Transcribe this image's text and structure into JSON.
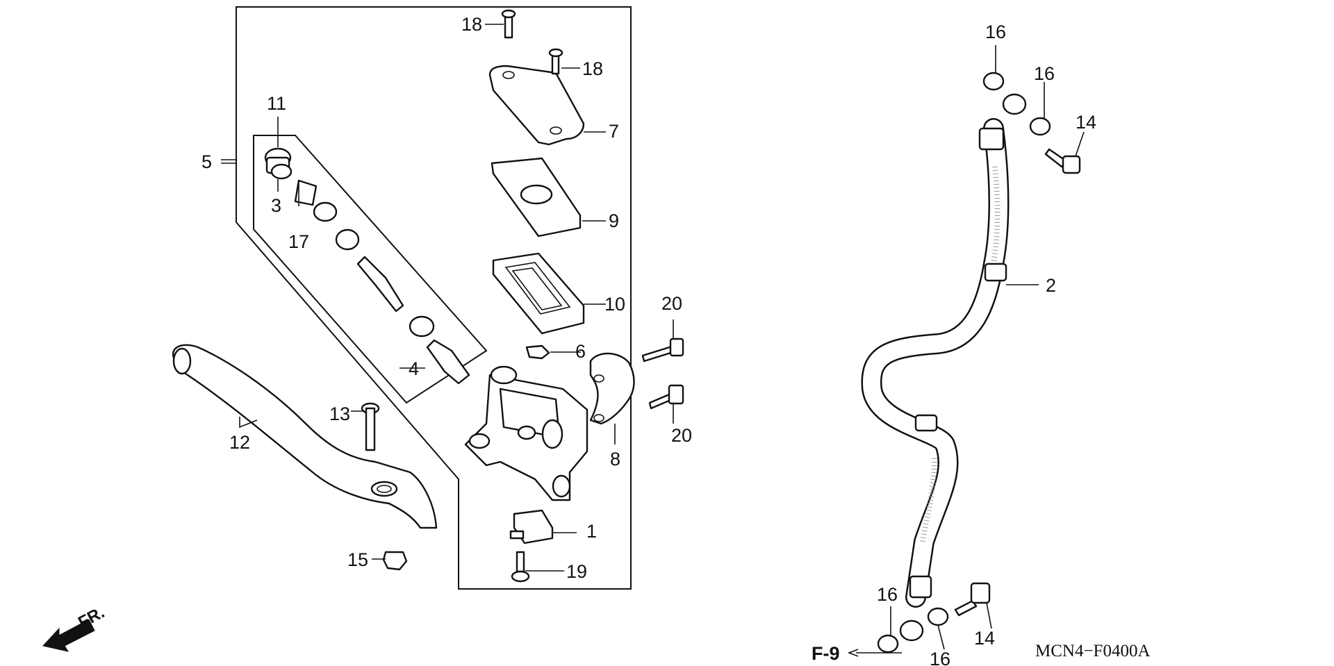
{
  "diagram": {
    "code": "MCN4−F0400A",
    "ref_label": "F-9",
    "direction_label": "FR.",
    "callouts": [
      {
        "id": "c1",
        "text": "1"
      },
      {
        "id": "c2",
        "text": "2"
      },
      {
        "id": "c3",
        "text": "3"
      },
      {
        "id": "c4",
        "text": "4"
      },
      {
        "id": "c5",
        "text": "5"
      },
      {
        "id": "c6",
        "text": "6"
      },
      {
        "id": "c7",
        "text": "7"
      },
      {
        "id": "c8",
        "text": "8"
      },
      {
        "id": "c9",
        "text": "9"
      },
      {
        "id": "c10",
        "text": "10"
      },
      {
        "id": "c11",
        "text": "11"
      },
      {
        "id": "c12",
        "text": "12"
      },
      {
        "id": "c13",
        "text": "13"
      },
      {
        "id": "c14a",
        "text": "14"
      },
      {
        "id": "c14b",
        "text": "14"
      },
      {
        "id": "c15",
        "text": "15"
      },
      {
        "id": "c16a",
        "text": "16"
      },
      {
        "id": "c16b",
        "text": "16"
      },
      {
        "id": "c16c",
        "text": "16"
      },
      {
        "id": "c16d",
        "text": "16"
      },
      {
        "id": "c17",
        "text": "17"
      },
      {
        "id": "c18a",
        "text": "18"
      },
      {
        "id": "c18b",
        "text": "18"
      },
      {
        "id": "c19",
        "text": "19"
      },
      {
        "id": "c20a",
        "text": "20"
      },
      {
        "id": "c20b",
        "text": "20"
      }
    ]
  }
}
